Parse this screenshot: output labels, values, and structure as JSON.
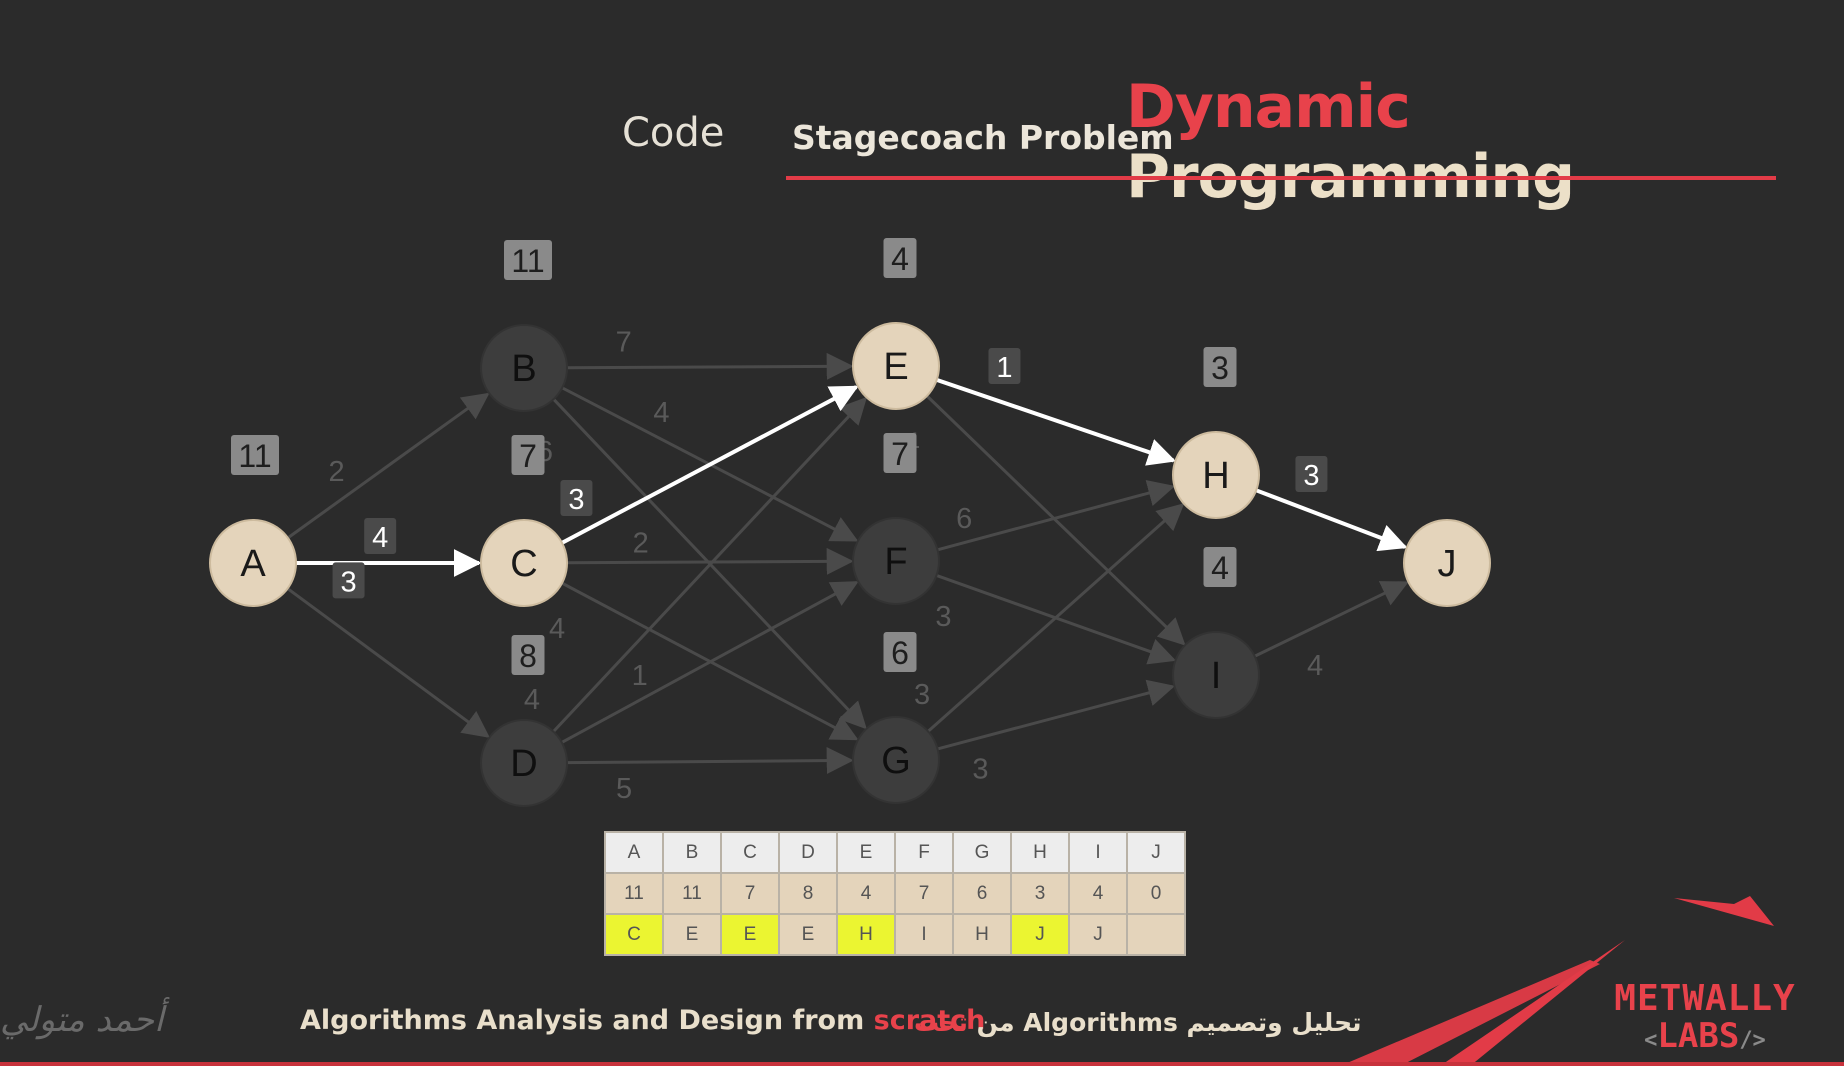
{
  "header": {
    "tab_label": "Code",
    "subtitle": "Stagecoach Problem",
    "title_word1": "Dynamic",
    "title_word2": "Programming"
  },
  "colors": {
    "background": "#2b2b2b",
    "accent_red": "#e8424b",
    "node_active": "#e4d4bb",
    "node_inactive": "#3d3d3d",
    "highlight_yellow": "#ebf531",
    "path_edge": "#ffffff",
    "dim_edge": "#4a4a4a"
  },
  "graph": {
    "nodes": [
      {
        "id": "A",
        "cost": "11",
        "active": true
      },
      {
        "id": "B",
        "cost": "11",
        "active": false
      },
      {
        "id": "C",
        "cost": "7",
        "active": true
      },
      {
        "id": "D",
        "cost": "8",
        "active": false
      },
      {
        "id": "E",
        "cost": "4",
        "active": true
      },
      {
        "id": "F",
        "cost": "7",
        "active": false
      },
      {
        "id": "G",
        "cost": "6",
        "active": false
      },
      {
        "id": "H",
        "cost": "3",
        "active": true
      },
      {
        "id": "I",
        "cost": "4",
        "active": false
      },
      {
        "id": "J",
        "cost": "",
        "active": true
      }
    ],
    "edges": [
      {
        "from": "A",
        "to": "B",
        "weight": "2",
        "on_path": false
      },
      {
        "from": "A",
        "to": "C",
        "weight": "4",
        "on_path": true
      },
      {
        "from": "A",
        "to": "D",
        "weight": "3",
        "on_path": false,
        "boxed": true
      },
      {
        "from": "B",
        "to": "E",
        "weight": "7",
        "on_path": false
      },
      {
        "from": "B",
        "to": "F",
        "weight": "4",
        "on_path": false
      },
      {
        "from": "B",
        "to": "G",
        "weight": "6",
        "on_path": false
      },
      {
        "from": "C",
        "to": "E",
        "weight": "3",
        "on_path": true
      },
      {
        "from": "C",
        "to": "F",
        "weight": "2",
        "on_path": false
      },
      {
        "from": "C",
        "to": "G",
        "weight": "4",
        "on_path": false
      },
      {
        "from": "D",
        "to": "E",
        "weight": "4",
        "on_path": false
      },
      {
        "from": "D",
        "to": "F",
        "weight": "1",
        "on_path": false
      },
      {
        "from": "D",
        "to": "G",
        "weight": "5",
        "on_path": false
      },
      {
        "from": "E",
        "to": "H",
        "weight": "1",
        "on_path": true
      },
      {
        "from": "E",
        "to": "I",
        "weight": "4",
        "on_path": false
      },
      {
        "from": "F",
        "to": "H",
        "weight": "6",
        "on_path": false
      },
      {
        "from": "F",
        "to": "I",
        "weight": "3",
        "on_path": false
      },
      {
        "from": "G",
        "to": "H",
        "weight": "3",
        "on_path": false
      },
      {
        "from": "G",
        "to": "I",
        "weight": "3",
        "on_path": false
      },
      {
        "from": "H",
        "to": "J",
        "weight": "3",
        "on_path": true
      },
      {
        "from": "I",
        "to": "J",
        "weight": "4",
        "on_path": false
      }
    ]
  },
  "table": {
    "headers": [
      "A",
      "B",
      "C",
      "D",
      "E",
      "F",
      "G",
      "H",
      "I",
      "J"
    ],
    "costs": [
      "11",
      "11",
      "7",
      "8",
      "4",
      "7",
      "6",
      "3",
      "4",
      "0"
    ],
    "next": [
      "C",
      "E",
      "E",
      "E",
      "H",
      "I",
      "H",
      "J",
      "J",
      ""
    ],
    "highlighted_next": [
      true,
      false,
      true,
      false,
      true,
      false,
      false,
      true,
      false,
      false
    ]
  },
  "footer": {
    "english_main": "Algorithms Analysis and Design from ",
    "english_accent": "scratch",
    "arabic_main": "تحليل وتصميم Algorithms من ",
    "arabic_accent": "تحت",
    "signature": "أحمد متولي"
  },
  "logo": {
    "line1": "METWALLY",
    "line2": "LABS",
    "bracket_left": "<",
    "bracket_right": "/>"
  }
}
